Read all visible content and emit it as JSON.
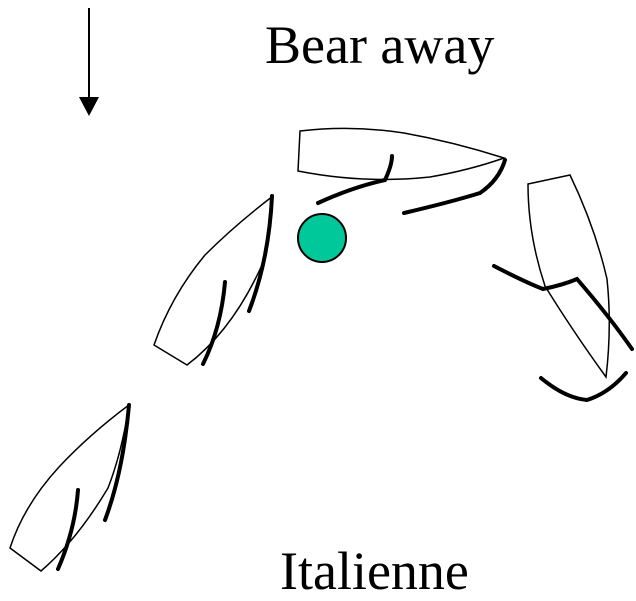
{
  "diagram": {
    "title": "Bear away",
    "bottom_label": "Italienne",
    "arrow_icon": "down-arrow-icon",
    "mark_icon": "green-circle-mark-icon",
    "mark_color": "#00C89A",
    "outline_color": "#000000",
    "boats": [
      "boat-upper-left",
      "boat-lower-left",
      "boat-top-center",
      "boat-right-side"
    ]
  }
}
